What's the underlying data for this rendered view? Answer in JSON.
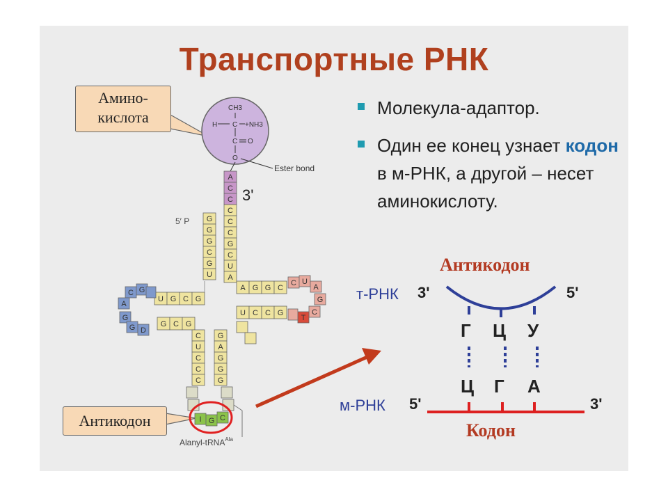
{
  "title": "Транспортные РНК",
  "bullets": [
    {
      "text": "Молекула-адаптор."
    },
    {
      "text_before": "Один ее конец узнает ",
      "highlight": "кодон",
      "text_after": " в м-РНК, а другой – несет аминокислоту."
    }
  ],
  "callouts": {
    "amino_acid": [
      "Амино-",
      "кислота"
    ],
    "anticodon": "Антикодон"
  },
  "trna_labels": {
    "ester_bond": "Ester bond",
    "three_prime": "3'",
    "five_prime_p": "5′ P",
    "alanyl": "Alanyl-tRNA",
    "alanyl_sup": "Ala"
  },
  "amino_group": {
    "ch3": "CH3",
    "h": "H",
    "nh3": "+NH3",
    "c": "C",
    "o": "O"
  },
  "pairing": {
    "anticodon_title": "Антикодон",
    "codon_title": "Кодон",
    "trna_name": "т-РНК",
    "mrna_name": "м-РНК",
    "trna_left_end": "3'",
    "trna_right_end": "5'",
    "mrna_left_end": "5'",
    "mrna_right_end": "3'",
    "anticodon_bases": [
      "Г",
      "Ц",
      "У"
    ],
    "codon_bases": [
      "Ц",
      "Г",
      "А"
    ]
  },
  "colors": {
    "title": "#b0401e",
    "accent": "#1f9bb0",
    "trna_arc": "#2e3f98",
    "mrna_line": "#dd2020",
    "arrow": "#c23a1c"
  }
}
